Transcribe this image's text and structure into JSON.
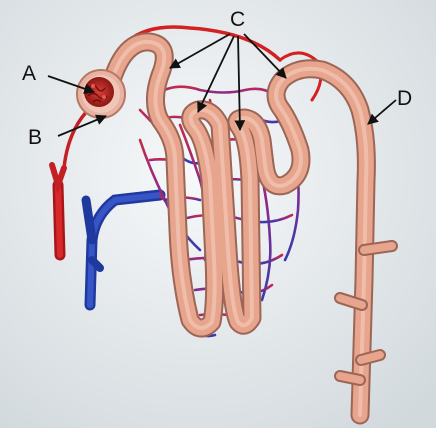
{
  "labels": {
    "a": "A",
    "b": "B",
    "c": "C",
    "d": "D"
  },
  "colors": {
    "artery": "#d42020",
    "vein": "#2a48b8",
    "capillary_mid": "#8a2a88",
    "tubule": "#e7a78e",
    "tubule_edge": "#b57964",
    "glomerulus": "#b8261e",
    "capsule": "#e9b3a3",
    "background_top": "#f6f8f9",
    "background_bottom": "#d3dade"
  }
}
